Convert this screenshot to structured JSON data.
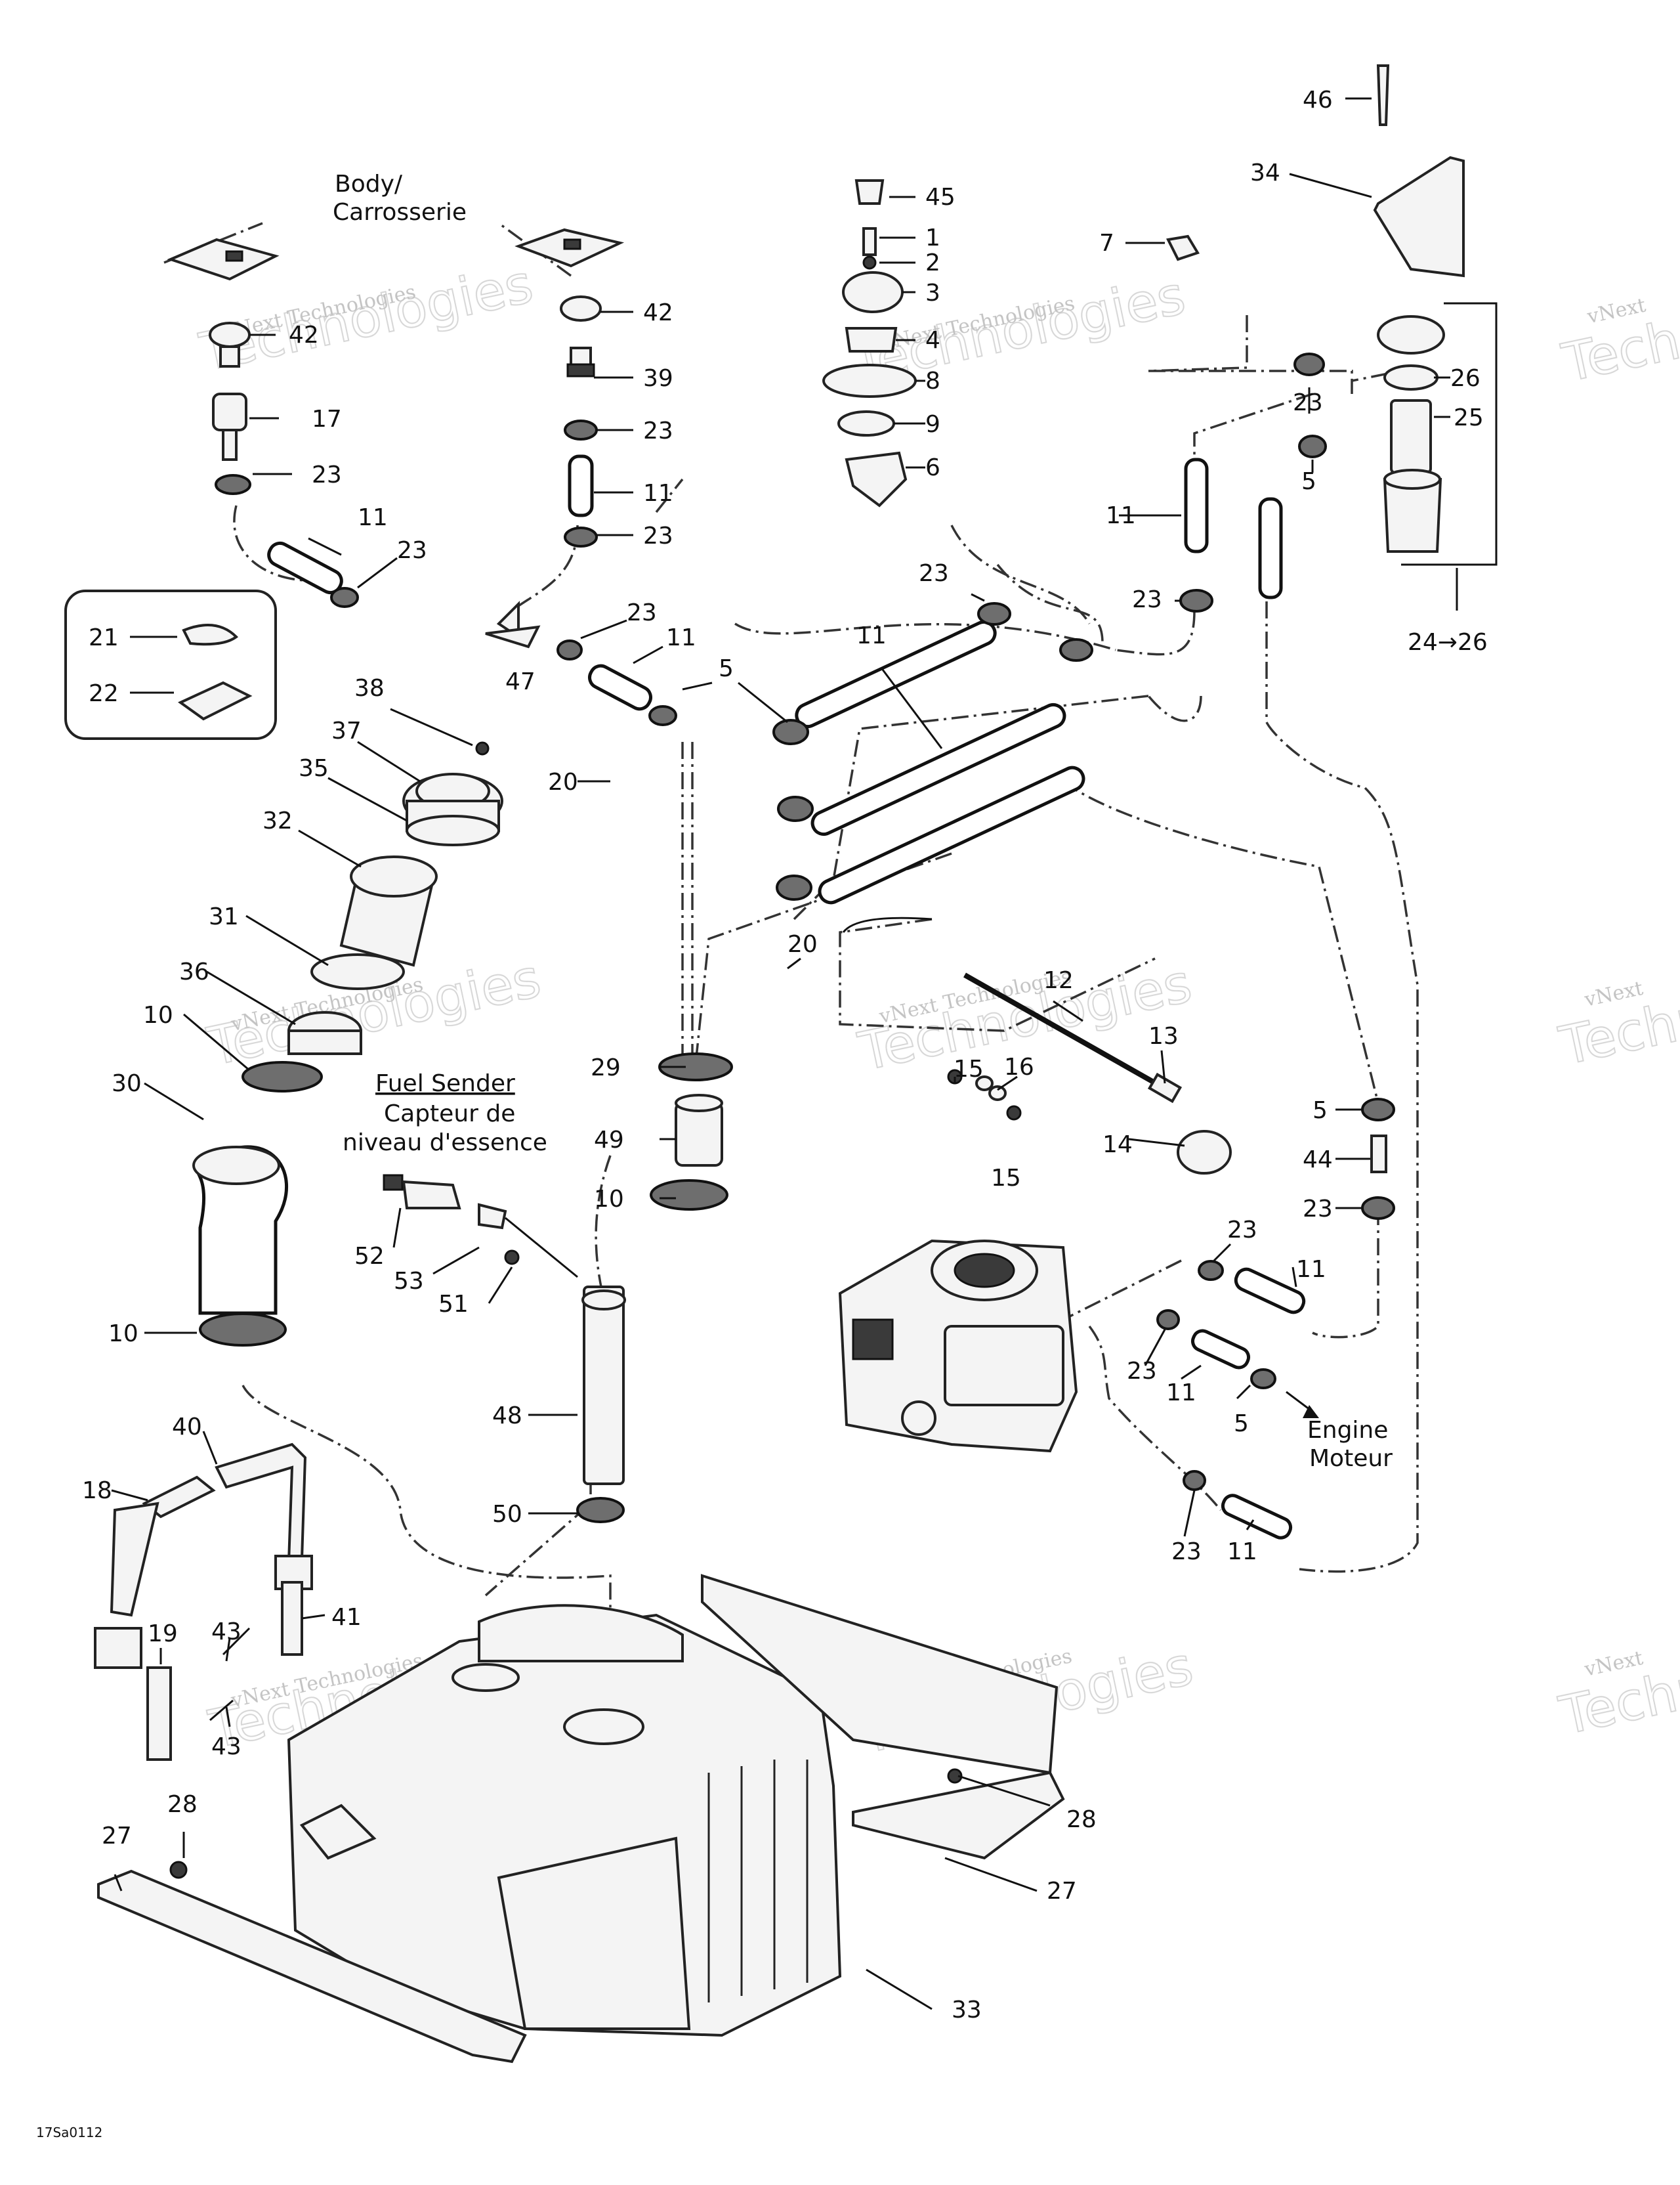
{
  "labels": {
    "body": "Body/",
    "carrosserie": "Carrosserie",
    "fuel_sender": "Fuel Sender",
    "capteur_de": "Capteur de",
    "niveau": "niveau d'essence",
    "engine": "Engine",
    "moteur": "Moteur",
    "figure_code": "17Sa0112"
  },
  "watermark": {
    "line1": "vNext Technologies",
    "line2": "vNext",
    "line3": "Technologies"
  },
  "callouts": {
    "n46": "46",
    "n34": "34",
    "n7": "7",
    "n45": "45",
    "n1": "1",
    "n2": "2",
    "n3": "3",
    "n4": "4",
    "n8": "8",
    "n9": "9",
    "n6": "6",
    "n42a": "42",
    "n42b": "42",
    "n39": "39",
    "n17": "17",
    "n23a": "23",
    "n23b": "23",
    "n23c": "23",
    "n23d": "23",
    "n23e": "23",
    "n23f": "23",
    "n23g": "23",
    "n23h": "23",
    "n23i": "23",
    "n23j": "23",
    "n23k": "23",
    "n23l": "23",
    "n11a": "11",
    "n11b": "11",
    "n11c": "11",
    "n11d": "11",
    "n11e": "11",
    "n11f": "11",
    "n11g": "11",
    "n26": "26",
    "n25": "25",
    "n5a": "5",
    "n5b": "5",
    "n5c": "5",
    "n5d": "5",
    "n2426": "24→26",
    "n21": "21",
    "n22": "22",
    "n47": "47",
    "n38": "38",
    "n37": "37",
    "n35": "35",
    "n32": "32",
    "n31": "31",
    "n36": "36",
    "n10a": "10",
    "n10b": "10",
    "n10c": "10",
    "n30": "30",
    "n20a": "20",
    "n20b": "20",
    "n12": "12",
    "n13": "13",
    "n14": "14",
    "n15a": "15",
    "n15b": "15",
    "n16": "16",
    "n29": "29",
    "n49": "49",
    "n52": "52",
    "n53": "53",
    "n51": "51",
    "n48": "48",
    "n50": "50",
    "n44": "44",
    "n40": "40",
    "n18": "18",
    "n41": "41",
    "n19": "19",
    "n43a": "43",
    "n43b": "43",
    "n28a": "28",
    "n28b": "28",
    "n27a": "27",
    "n27b": "27",
    "n33": "33"
  }
}
